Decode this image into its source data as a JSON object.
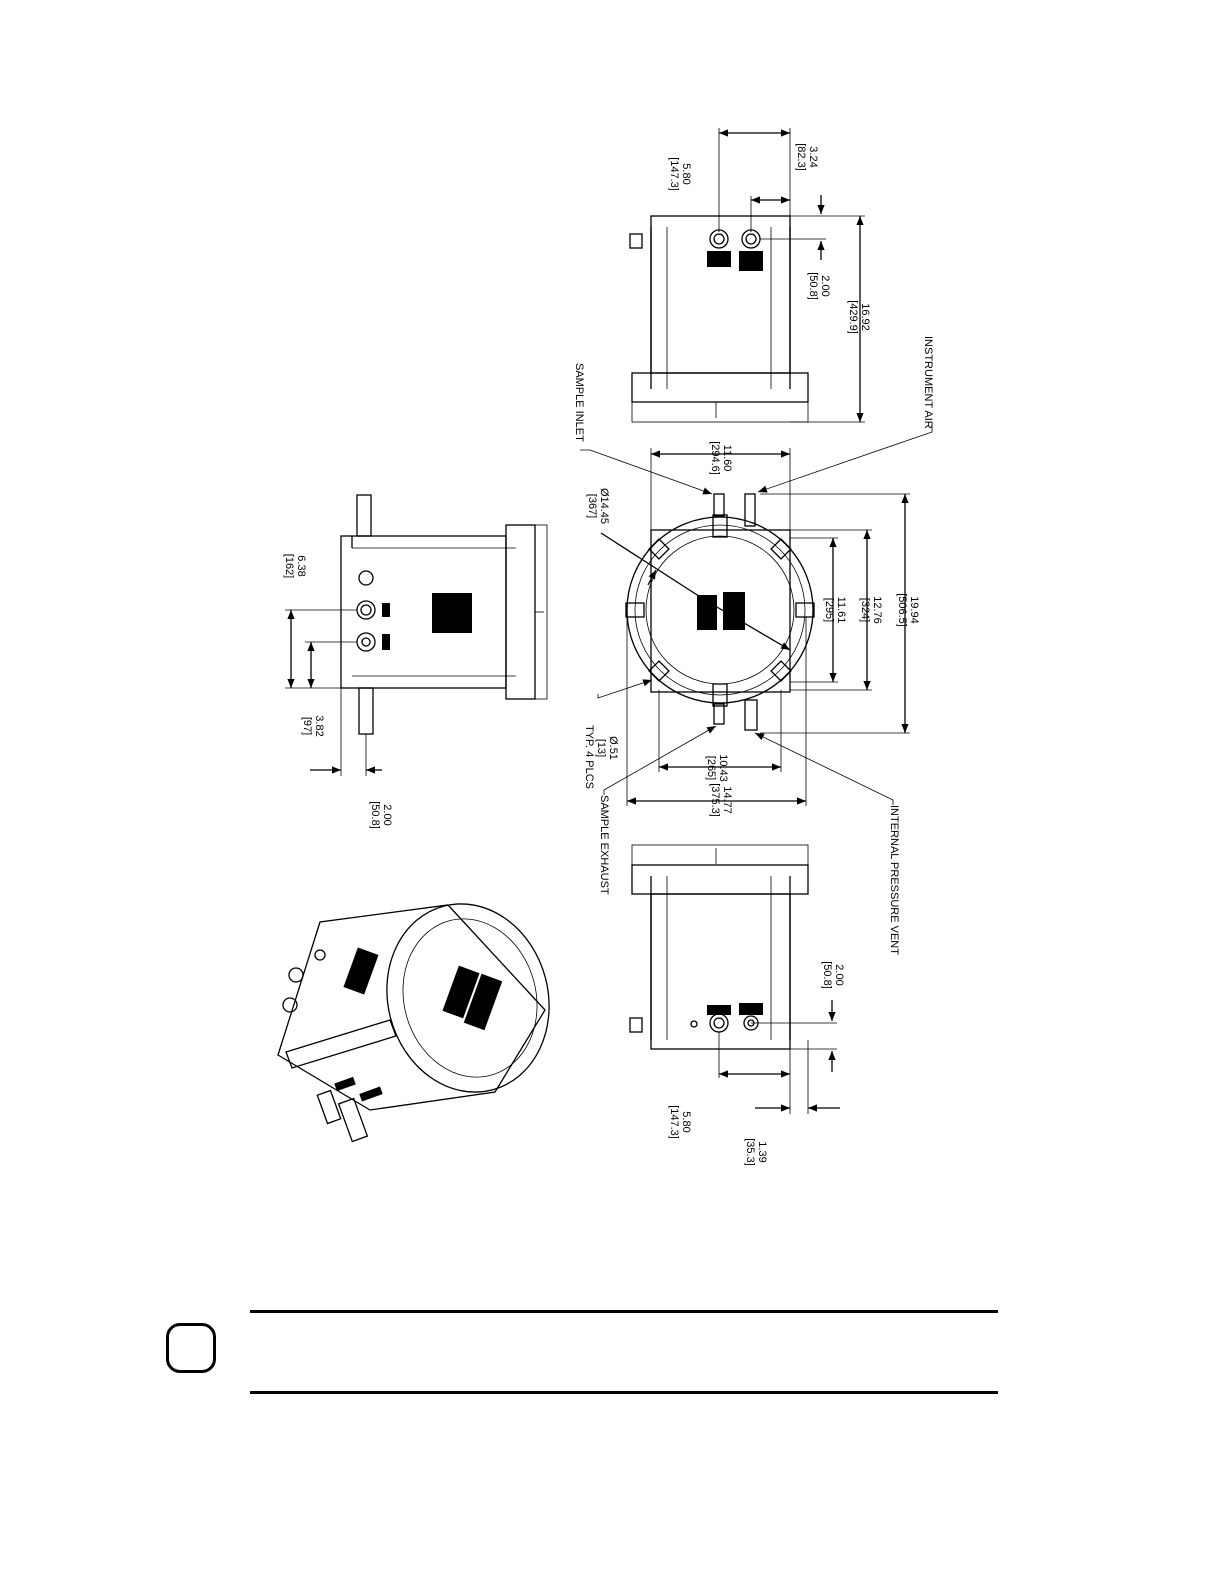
{
  "diagram": {
    "callouts": {
      "sample_inlet": "SAMPLE INLET",
      "instrument_air": "INSTRUMENT AIR",
      "sample_exhaust": "SAMPLE EXHAUST",
      "internal_pressure_vent": "INTERNAL PRESSURE VENT",
      "typ_4_plcs": "TYP. 4 PLCS"
    },
    "top_view": {
      "d_5_80": {
        "in": "5.80",
        "mm": "[147.3]"
      },
      "d_3_24": {
        "in": "3.24",
        "mm": "[82.3]"
      },
      "d_2_00": {
        "in": "2.00",
        "mm": "[50.8]"
      },
      "d_16_92": {
        "in": "16.92",
        "mm": "[429.9]"
      }
    },
    "front_view": {
      "d_11_60": {
        "in": "11.60",
        "mm": "[294.6]"
      },
      "d_dia_14_45": {
        "in": "Ø14.45",
        "mm": "[367]"
      },
      "d_19_94": {
        "in": "19.94",
        "mm": "[506.5]"
      },
      "d_12_76": {
        "in": "12.76",
        "mm": "[324]"
      },
      "d_11_61": {
        "in": "11.61",
        "mm": "[295]"
      },
      "d_dia_0_51": {
        "in": "Ø.51",
        "mm": "[13]"
      },
      "d_10_43": {
        "in": "10.43",
        "mm": "[265]"
      },
      "d_14_77": {
        "in": "14.77",
        "mm": "[375.3]"
      }
    },
    "bottom_view": {
      "d_2_00": {
        "in": "2.00",
        "mm": "[50.8]"
      },
      "d_5_80": {
        "in": "5.80",
        "mm": "[147.3]"
      },
      "d_1_39": {
        "in": "1.39",
        "mm": "[35.3]"
      }
    },
    "side_view": {
      "d_6_38": {
        "in": "6.38",
        "mm": "[162]"
      },
      "d_3_82": {
        "in": "3.82",
        "mm": "[97]"
      },
      "d_2_00": {
        "in": "2.00",
        "mm": "[50.8]"
      }
    }
  },
  "footer": {
    "badge_text": ""
  }
}
